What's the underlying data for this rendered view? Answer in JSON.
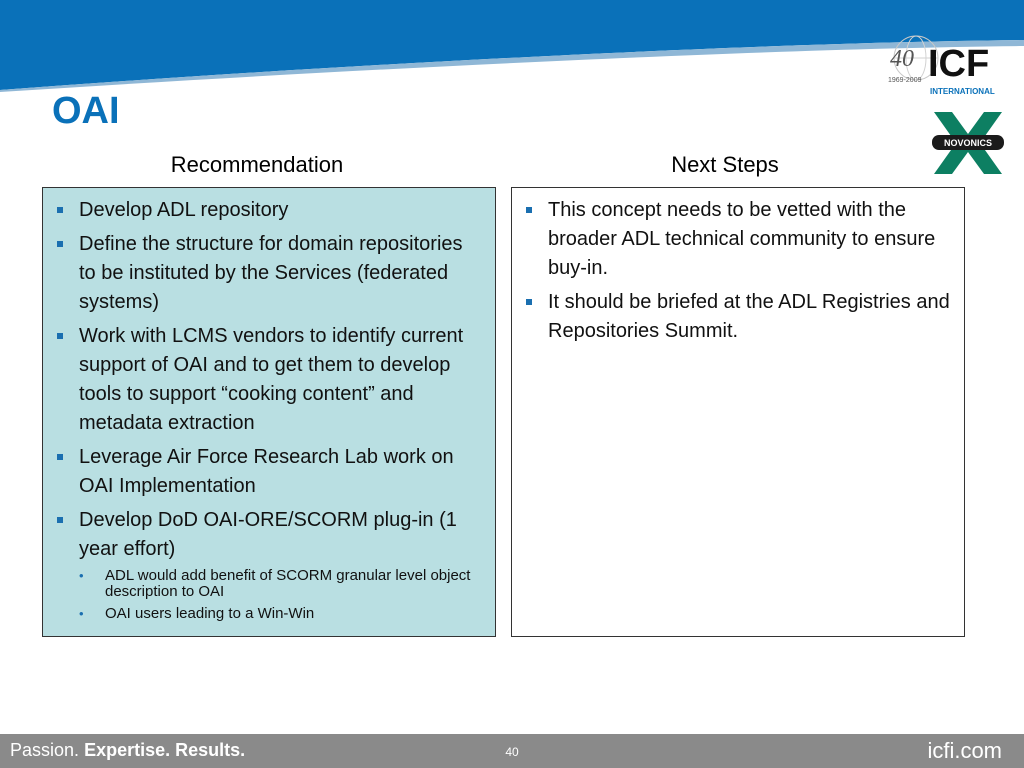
{
  "slide": {
    "title": "OAI"
  },
  "logos": {
    "icf_anniversary": "40",
    "icf_years": "1969-2009",
    "icf_name": "ICF",
    "icf_sub": "INTERNATIONAL",
    "partner": "NOVONICS"
  },
  "columns": {
    "left_heading": "Recommendation",
    "right_heading": "Next Steps"
  },
  "recommendation": {
    "items": [
      "Develop ADL repository",
      "Define the structure for domain repositories to be instituted by the Services (federated systems)",
      "Work with LCMS vendors to identify current support of OAI and to get them to develop tools to support “cooking content” and metadata extraction",
      "Leverage Air Force Research Lab work on OAI Implementation",
      "Develop DoD OAI-ORE/SCORM plug-in (1 year effort)"
    ],
    "subitems": [
      "ADL would add benefit of SCORM granular level object description to OAI",
      "OAI users leading to a Win-Win"
    ]
  },
  "next_steps": {
    "items": [
      "This concept needs to be vetted with the broader ADL technical community to ensure buy-in.",
      "It should be briefed at the ADL Registries and Repositories Summit."
    ]
  },
  "footer": {
    "tagline_1": "Passion.",
    "tagline_2": "Expertise.",
    "tagline_3": "Results.",
    "page_number": "40",
    "website": "icfi.com"
  },
  "colors": {
    "brand_blue": "#0a71b9",
    "panel_fill": "#b9dfe2",
    "footer_gray": "#8a8a8a"
  }
}
